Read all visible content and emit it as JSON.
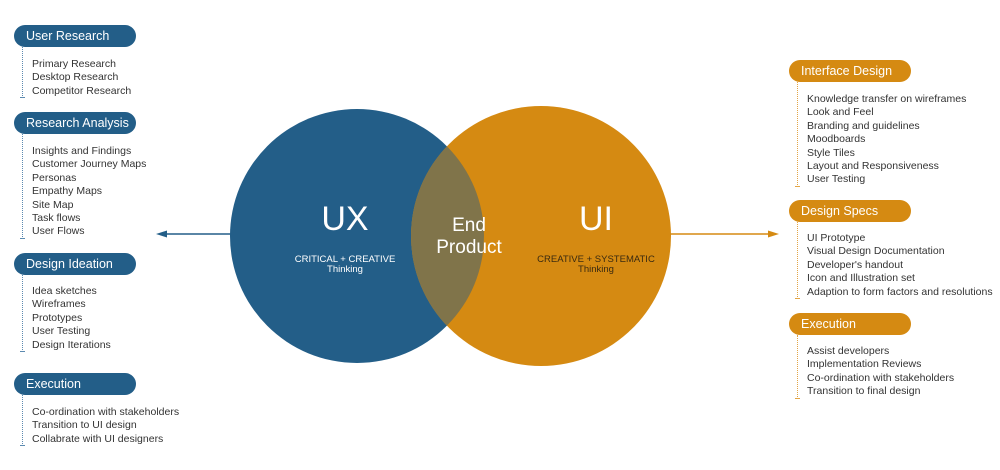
{
  "venn": {
    "left": {
      "title": "UX",
      "subtitle_line1": "CRITICAL + CREATIVE",
      "subtitle_line2": "Thinking",
      "color": "#235e88"
    },
    "right": {
      "title": "UI",
      "subtitle_line1": "CREATIVE + SYSTEMATIC",
      "subtitle_line2": "Thinking",
      "color": "#d58a12"
    },
    "overlap": {
      "line1": "End",
      "line2": "Product",
      "color": "#80744a"
    }
  },
  "ux_sections": [
    {
      "title": "User Research",
      "items": [
        "Primary Research",
        "Desktop Research",
        "Competitor Research"
      ]
    },
    {
      "title": "Research Analysis",
      "items": [
        "Insights and Findings",
        "Customer Journey Maps",
        "Personas",
        "Empathy Maps",
        "Site Map",
        "Task flows",
        "User Flows"
      ]
    },
    {
      "title": "Design Ideation",
      "items": [
        "Idea sketches",
        "Wireframes",
        "Prototypes",
        "User Testing",
        "Design Iterations"
      ]
    },
    {
      "title": "Execution",
      "items": [
        "Co-ordination with stakeholders",
        "Transition to UI design",
        "Collabrate with UI designers"
      ]
    }
  ],
  "ui_sections": [
    {
      "title": "Interface Design",
      "items": [
        "Knowledge transfer on wireframes",
        "Look and Feel",
        "Branding and guidelines",
        "Moodboards",
        "Style Tiles",
        "Layout and Responsiveness",
        "User Testing"
      ]
    },
    {
      "title": "Design Specs",
      "items": [
        "UI Prototype",
        "Visual Design Documentation",
        "Developer's handout",
        "Icon and Illustration set",
        "Adaption to form factors and resolutions"
      ]
    },
    {
      "title": "Execution",
      "items": [
        "Assist developers",
        "Implementation Reviews",
        "Co-ordination with stakeholders",
        "Transition to final design"
      ]
    }
  ]
}
